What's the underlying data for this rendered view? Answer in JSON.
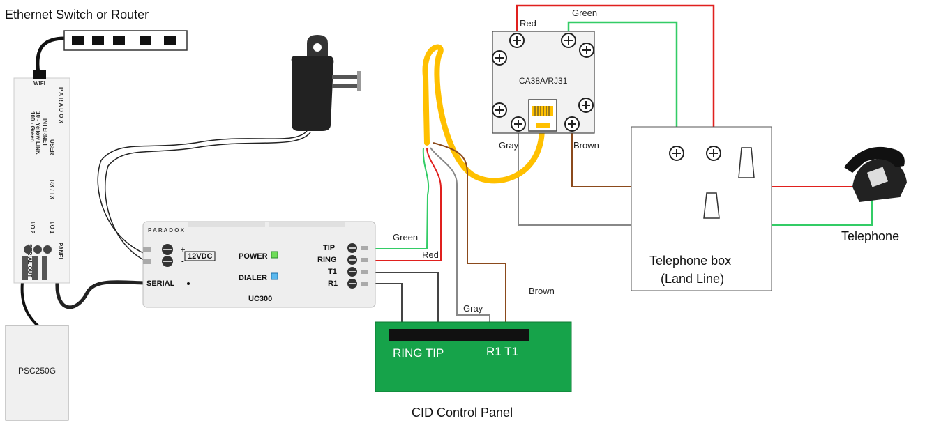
{
  "labels": {
    "switch": "Ethernet Switch or Router",
    "jack": "CA38A/RJ31",
    "psc": "PSC250G",
    "telephone": "Telephone",
    "telbox_line1": "Telephone box",
    "telbox_line2": "(Land Line)",
    "cid": "CID Control Panel",
    "cid_left_terms": "RING TIP",
    "cid_right_terms": "R1 T1"
  },
  "wires": {
    "red_top": "Red",
    "green_top": "Green",
    "gray_jack": "Gray",
    "brown_jack": "Brown",
    "green_mid": "Green",
    "red_mid": "Red",
    "brown_mid": "Brown",
    "gray_low": "Gray"
  },
  "uc300": {
    "brand": "P A R A D O X",
    "name": "UC300",
    "power_in": "12VDC",
    "plus": "+",
    "minus": "-",
    "power_led": "POWER",
    "dialer_led": "DIALER",
    "serial": "SERIAL",
    "terminals": [
      "TIP",
      "RING",
      "T1",
      "R1"
    ]
  },
  "ip_module": {
    "brand": "P A R A D O X",
    "user": "USER",
    "internet": "INTERNET",
    "link": "10 - Yellow  LINK",
    "link2": "100 - Green",
    "rxtx": "RX / TX",
    "io1": "I/O 1",
    "io2": "I/O 2",
    "panel": "PANEL",
    "serial_out": "SERIAL OUT",
    "wifi": "WIFI"
  },
  "colors": {
    "red": "#e0201e",
    "green": "#33cc66",
    "gray": "#888888",
    "brown": "#8b4a1c",
    "yellow": "#ffc000",
    "cid_board": "#16a34a"
  }
}
